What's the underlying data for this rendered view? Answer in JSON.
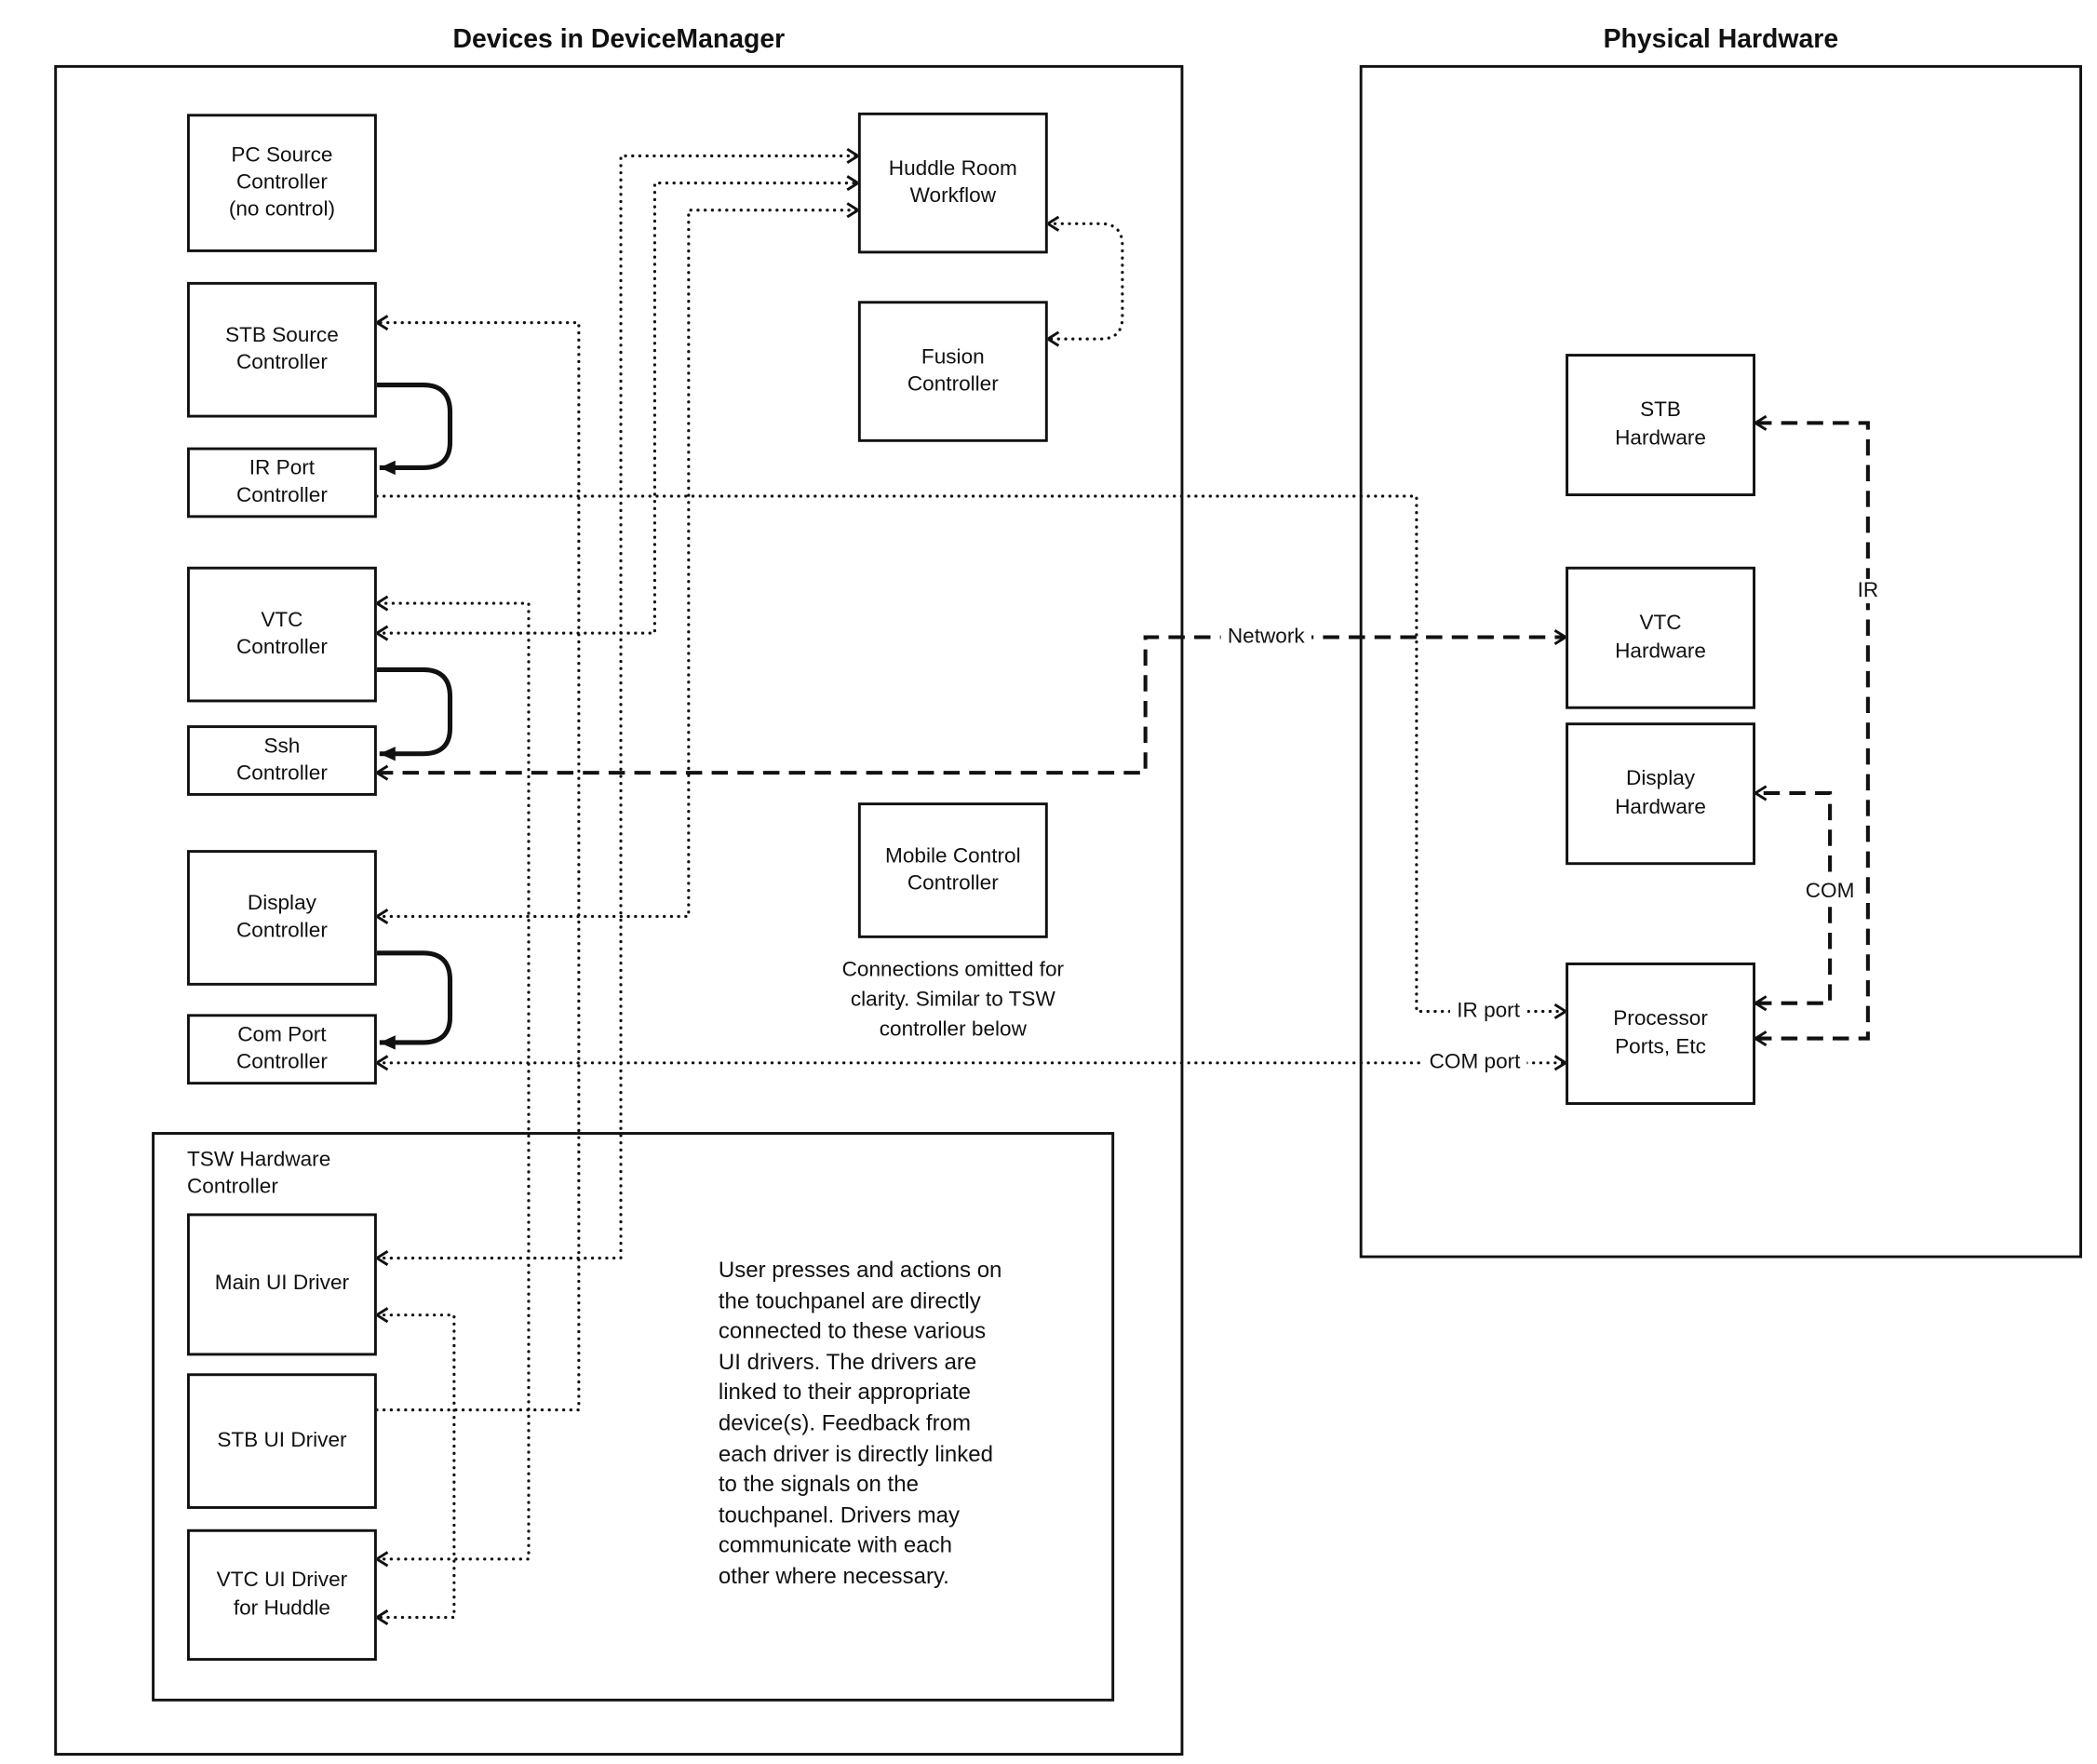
{
  "titles": {
    "device_manager": "Devices in DeviceManager",
    "physical_hardware": "Physical Hardware"
  },
  "device_manager": {
    "pc_source": "PC Source\nController\n(no control)",
    "stb_source": "STB Source\nController",
    "ir_port": "IR Port\nController",
    "vtc": "VTC\nController",
    "ssh": "Ssh\nController",
    "display": "Display\nController",
    "com_port": "Com Port\nController",
    "huddle_room": "Huddle Room\nWorkflow",
    "fusion": "Fusion\nController",
    "mobile": "Mobile Control\nController",
    "mobile_note": "Connections omitted for\nclarity. Similar to TSW\ncontroller below"
  },
  "tsw": {
    "label": "TSW Hardware\nController",
    "main_ui": "Main UI Driver",
    "stb_ui": "STB UI Driver",
    "vtc_ui": "VTC UI Driver\nfor Huddle",
    "description": "User presses and actions on\nthe touchpanel are directly\nconnected to these various\nUI drivers.  The drivers are\nlinked to their appropriate\ndevice(s). Feedback from\neach driver is directly linked\nto the signals on the\ntouchpanel. Drivers may\ncommunicate with each\nother where necessary."
  },
  "physical_hardware": {
    "stb_hw": "STB\nHardware",
    "vtc_hw": "VTC\nHardware",
    "display_hw": "Display\nHardware",
    "processor": "Processor\nPorts, Etc"
  },
  "wire_labels": {
    "network": "Network",
    "ir": "IR",
    "com": "COM",
    "ir_port": "IR port",
    "com_port": "COM port"
  }
}
